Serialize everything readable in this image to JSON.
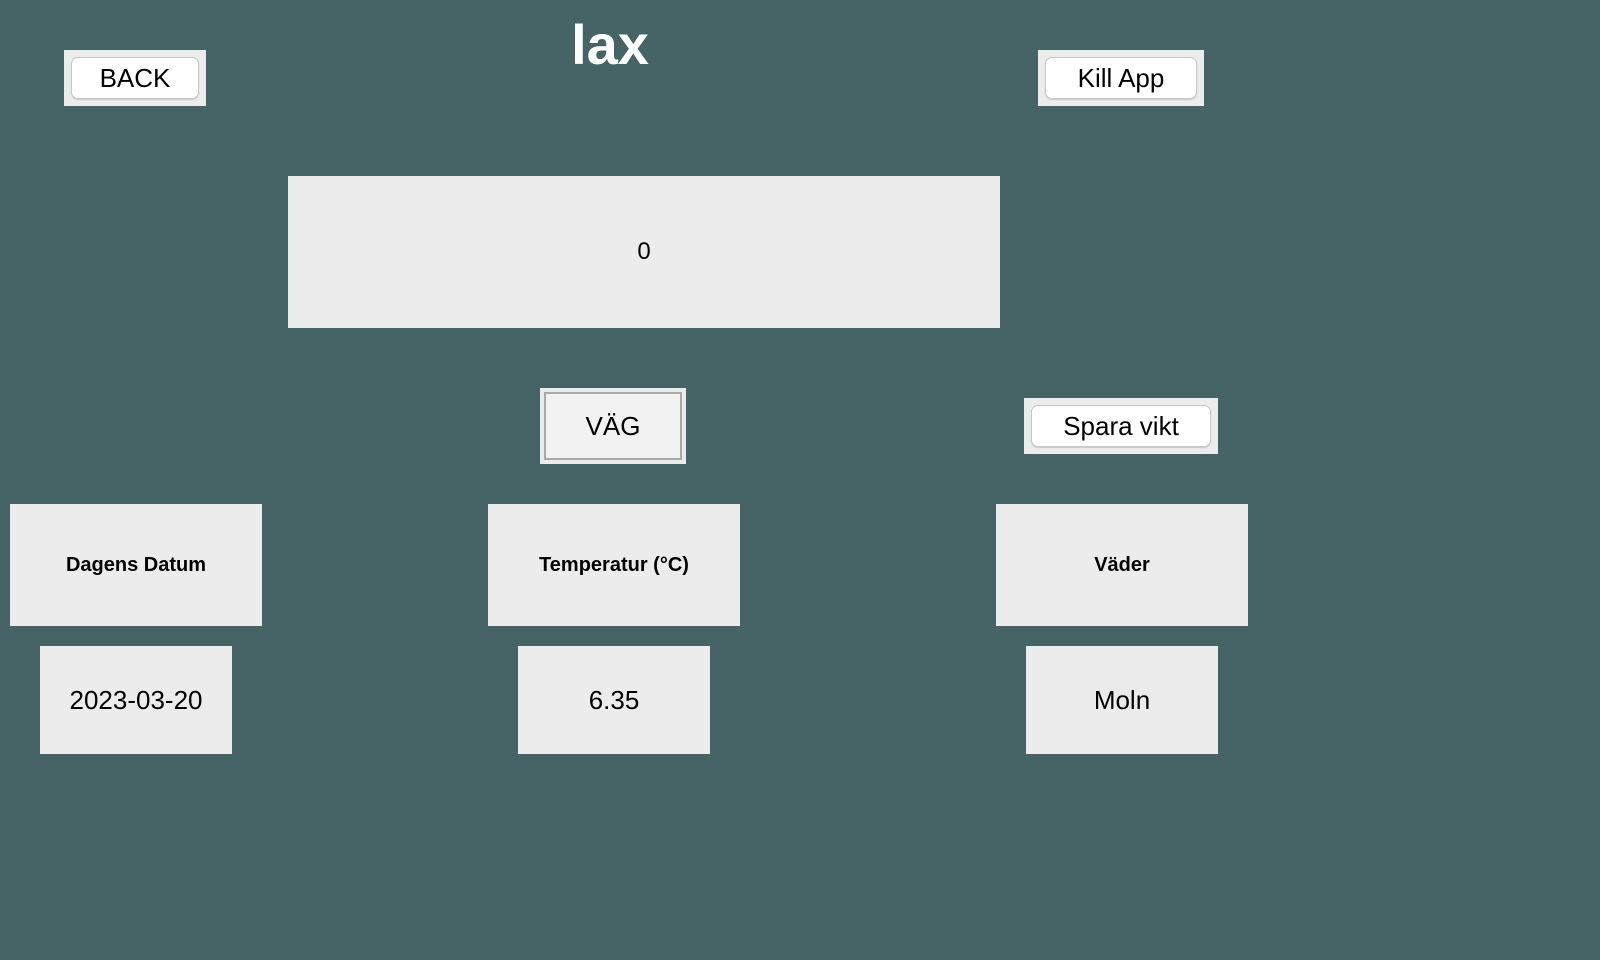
{
  "app": {
    "title": "lax"
  },
  "toolbar": {
    "back_label": "BACK",
    "kill_label": "Kill App"
  },
  "scale": {
    "reading": "0",
    "weigh_label": "VÄG",
    "save_label": "Spara vikt"
  },
  "info": {
    "date": {
      "label": "Dagens Datum",
      "value": "2023-03-20"
    },
    "temperature": {
      "label": "Temperatur (°C)",
      "value": "6.35"
    },
    "weather": {
      "label": "Väder",
      "value": "Moln"
    }
  },
  "colors": {
    "background": "#466466",
    "panel": "#ececec",
    "button": "#ffffff",
    "title_text": "#ffffff"
  }
}
